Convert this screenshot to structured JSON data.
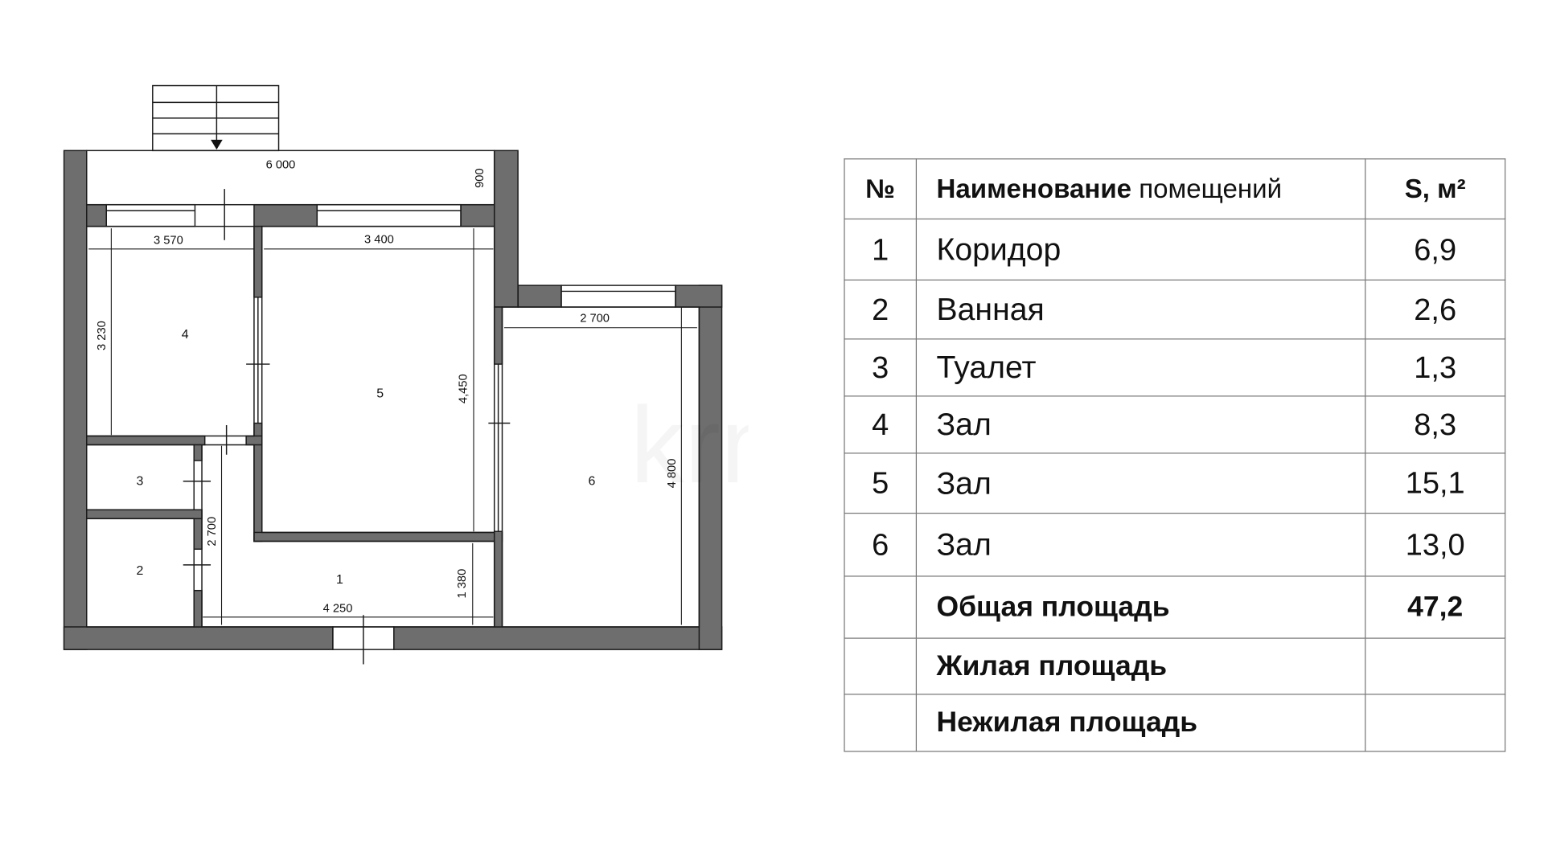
{
  "plan": {
    "rooms": [
      {
        "id": "1",
        "label": "1"
      },
      {
        "id": "2",
        "label": "2"
      },
      {
        "id": "3",
        "label": "3"
      },
      {
        "id": "4",
        "label": "4"
      },
      {
        "id": "5",
        "label": "5"
      },
      {
        "id": "6",
        "label": "6"
      }
    ],
    "dimensions": {
      "balcony_width": "6 000",
      "balcony_depth": "900",
      "room4_width": "3 570",
      "room4_depth": "3 230",
      "room5_width": "3 400",
      "room5_depth": "4,450",
      "room6_width": "2 700",
      "room6_depth": "4 800",
      "corridor_width": "4 250",
      "corridor_depth": "1 380",
      "corridor_length": "2 700"
    },
    "watermark": "krn.kz",
    "colors": {
      "wall": "#6e6e6e",
      "outline": "#1a1a1a"
    }
  },
  "table": {
    "header": {
      "no": "№",
      "name_bold": "Наименование",
      "name_light": "помещений",
      "area": "S, м²"
    },
    "rows": [
      {
        "no": "1",
        "name": "Коридор",
        "area": "6,9"
      },
      {
        "no": "2",
        "name": "Ванная",
        "area": "2,6"
      },
      {
        "no": "3",
        "name": "Туалет",
        "area": "1,3"
      },
      {
        "no": "4",
        "name": "Зал",
        "area": "8,3"
      },
      {
        "no": "5",
        "name": "Зал",
        "area": "15,1"
      },
      {
        "no": "6",
        "name": "Зал",
        "area": "13,0"
      }
    ],
    "total": {
      "name": "Общая площадь",
      "area": "47,2"
    },
    "living": {
      "name": "Жилая площадь",
      "area": ""
    },
    "nonliving": {
      "name": "Нежилая площадь",
      "area": ""
    }
  }
}
